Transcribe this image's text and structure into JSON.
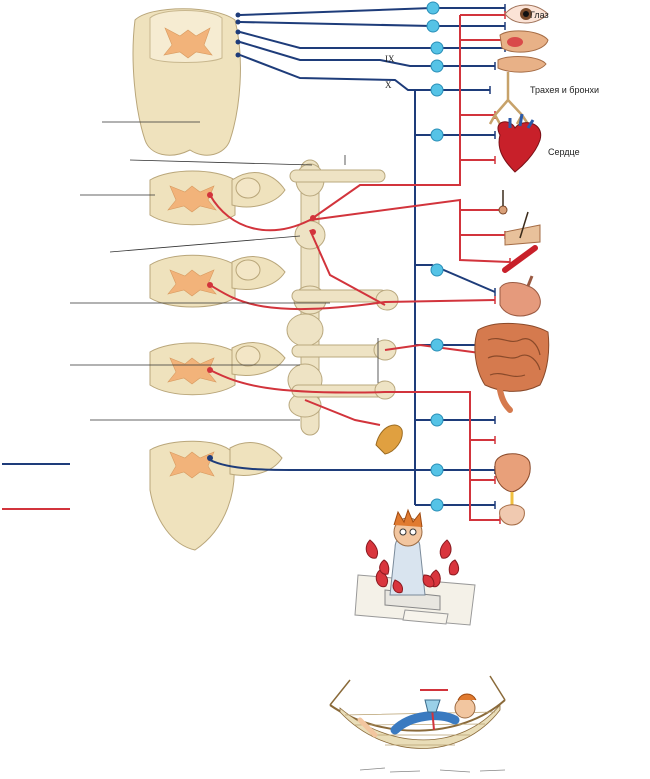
{
  "labels": {
    "eye": "Глаз",
    "trachea": "Трахея и бронхи",
    "heart": "Сердце"
  },
  "nerves": {
    "ix": "IX",
    "x": "X"
  },
  "colors": {
    "parasympathetic": "#1e3c7a",
    "sympathetic": "#d2343c",
    "node": "#55c3e6",
    "tissue": "#f3e6c6",
    "grey_matter": "#f2b37a"
  },
  "icons": [
    "eye-icon",
    "salivary-gland-icon",
    "trachea-icon",
    "heart-icon",
    "hair-icon",
    "blood-vessel-icon",
    "stomach-icon",
    "intestine-icon",
    "bladder-icon",
    "genitals-icon",
    "stressed-man-icon",
    "relaxed-man-hammock-icon"
  ]
}
